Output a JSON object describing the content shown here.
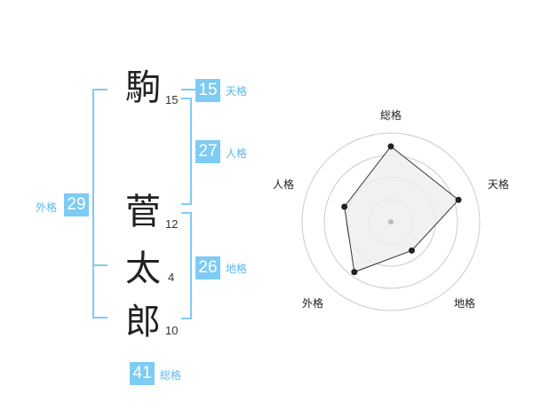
{
  "name_chars": [
    {
      "char": "駒",
      "strokes": "15"
    },
    {
      "char": "菅",
      "strokes": "12"
    },
    {
      "char": "太",
      "strokes": "4"
    },
    {
      "char": "郎",
      "strokes": "10"
    }
  ],
  "fortunes": {
    "tenkaku": {
      "label": "天格",
      "value": "15"
    },
    "jinkaku": {
      "label": "人格",
      "value": "27"
    },
    "chikaku": {
      "label": "地格",
      "value": "26"
    },
    "gaikaku": {
      "label": "外格",
      "value": "29"
    },
    "soukaku": {
      "label": "総格",
      "value": "41"
    }
  },
  "colors": {
    "accent": "#7ecbf3",
    "label": "#5cb8ea",
    "char": "#222222",
    "grid": "#cccccc",
    "fill": "#eeeeee",
    "polygon_stroke": "#333333"
  },
  "chart_data": {
    "type": "radar",
    "axes": [
      "総格",
      "天格",
      "地格",
      "外格",
      "人格"
    ],
    "values": [
      0.85,
      0.8,
      0.4,
      0.7,
      0.55
    ],
    "range": [
      0,
      1
    ],
    "rings": 4
  }
}
